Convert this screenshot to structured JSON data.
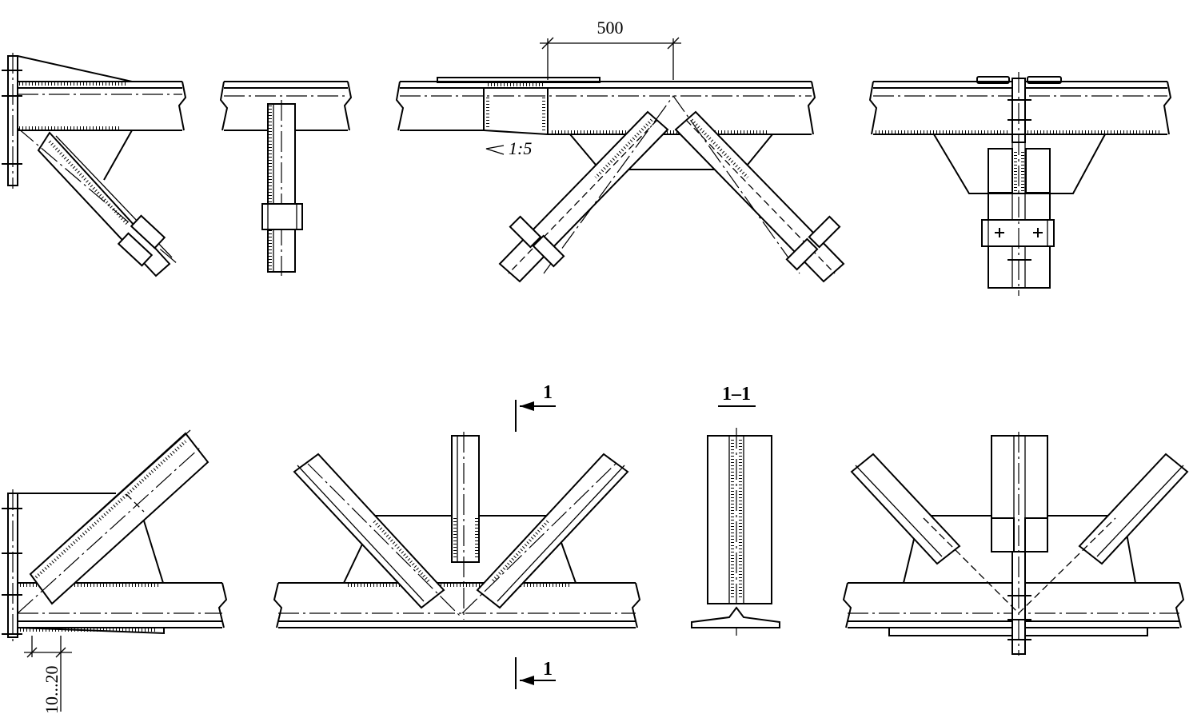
{
  "dimensions": {
    "spacing_500": "500",
    "slope_ratio": "1:5",
    "gap_range": "10...20"
  },
  "section_marks": {
    "cut_top": "1",
    "cut_bottom": "1",
    "section_title": "1–1"
  }
}
